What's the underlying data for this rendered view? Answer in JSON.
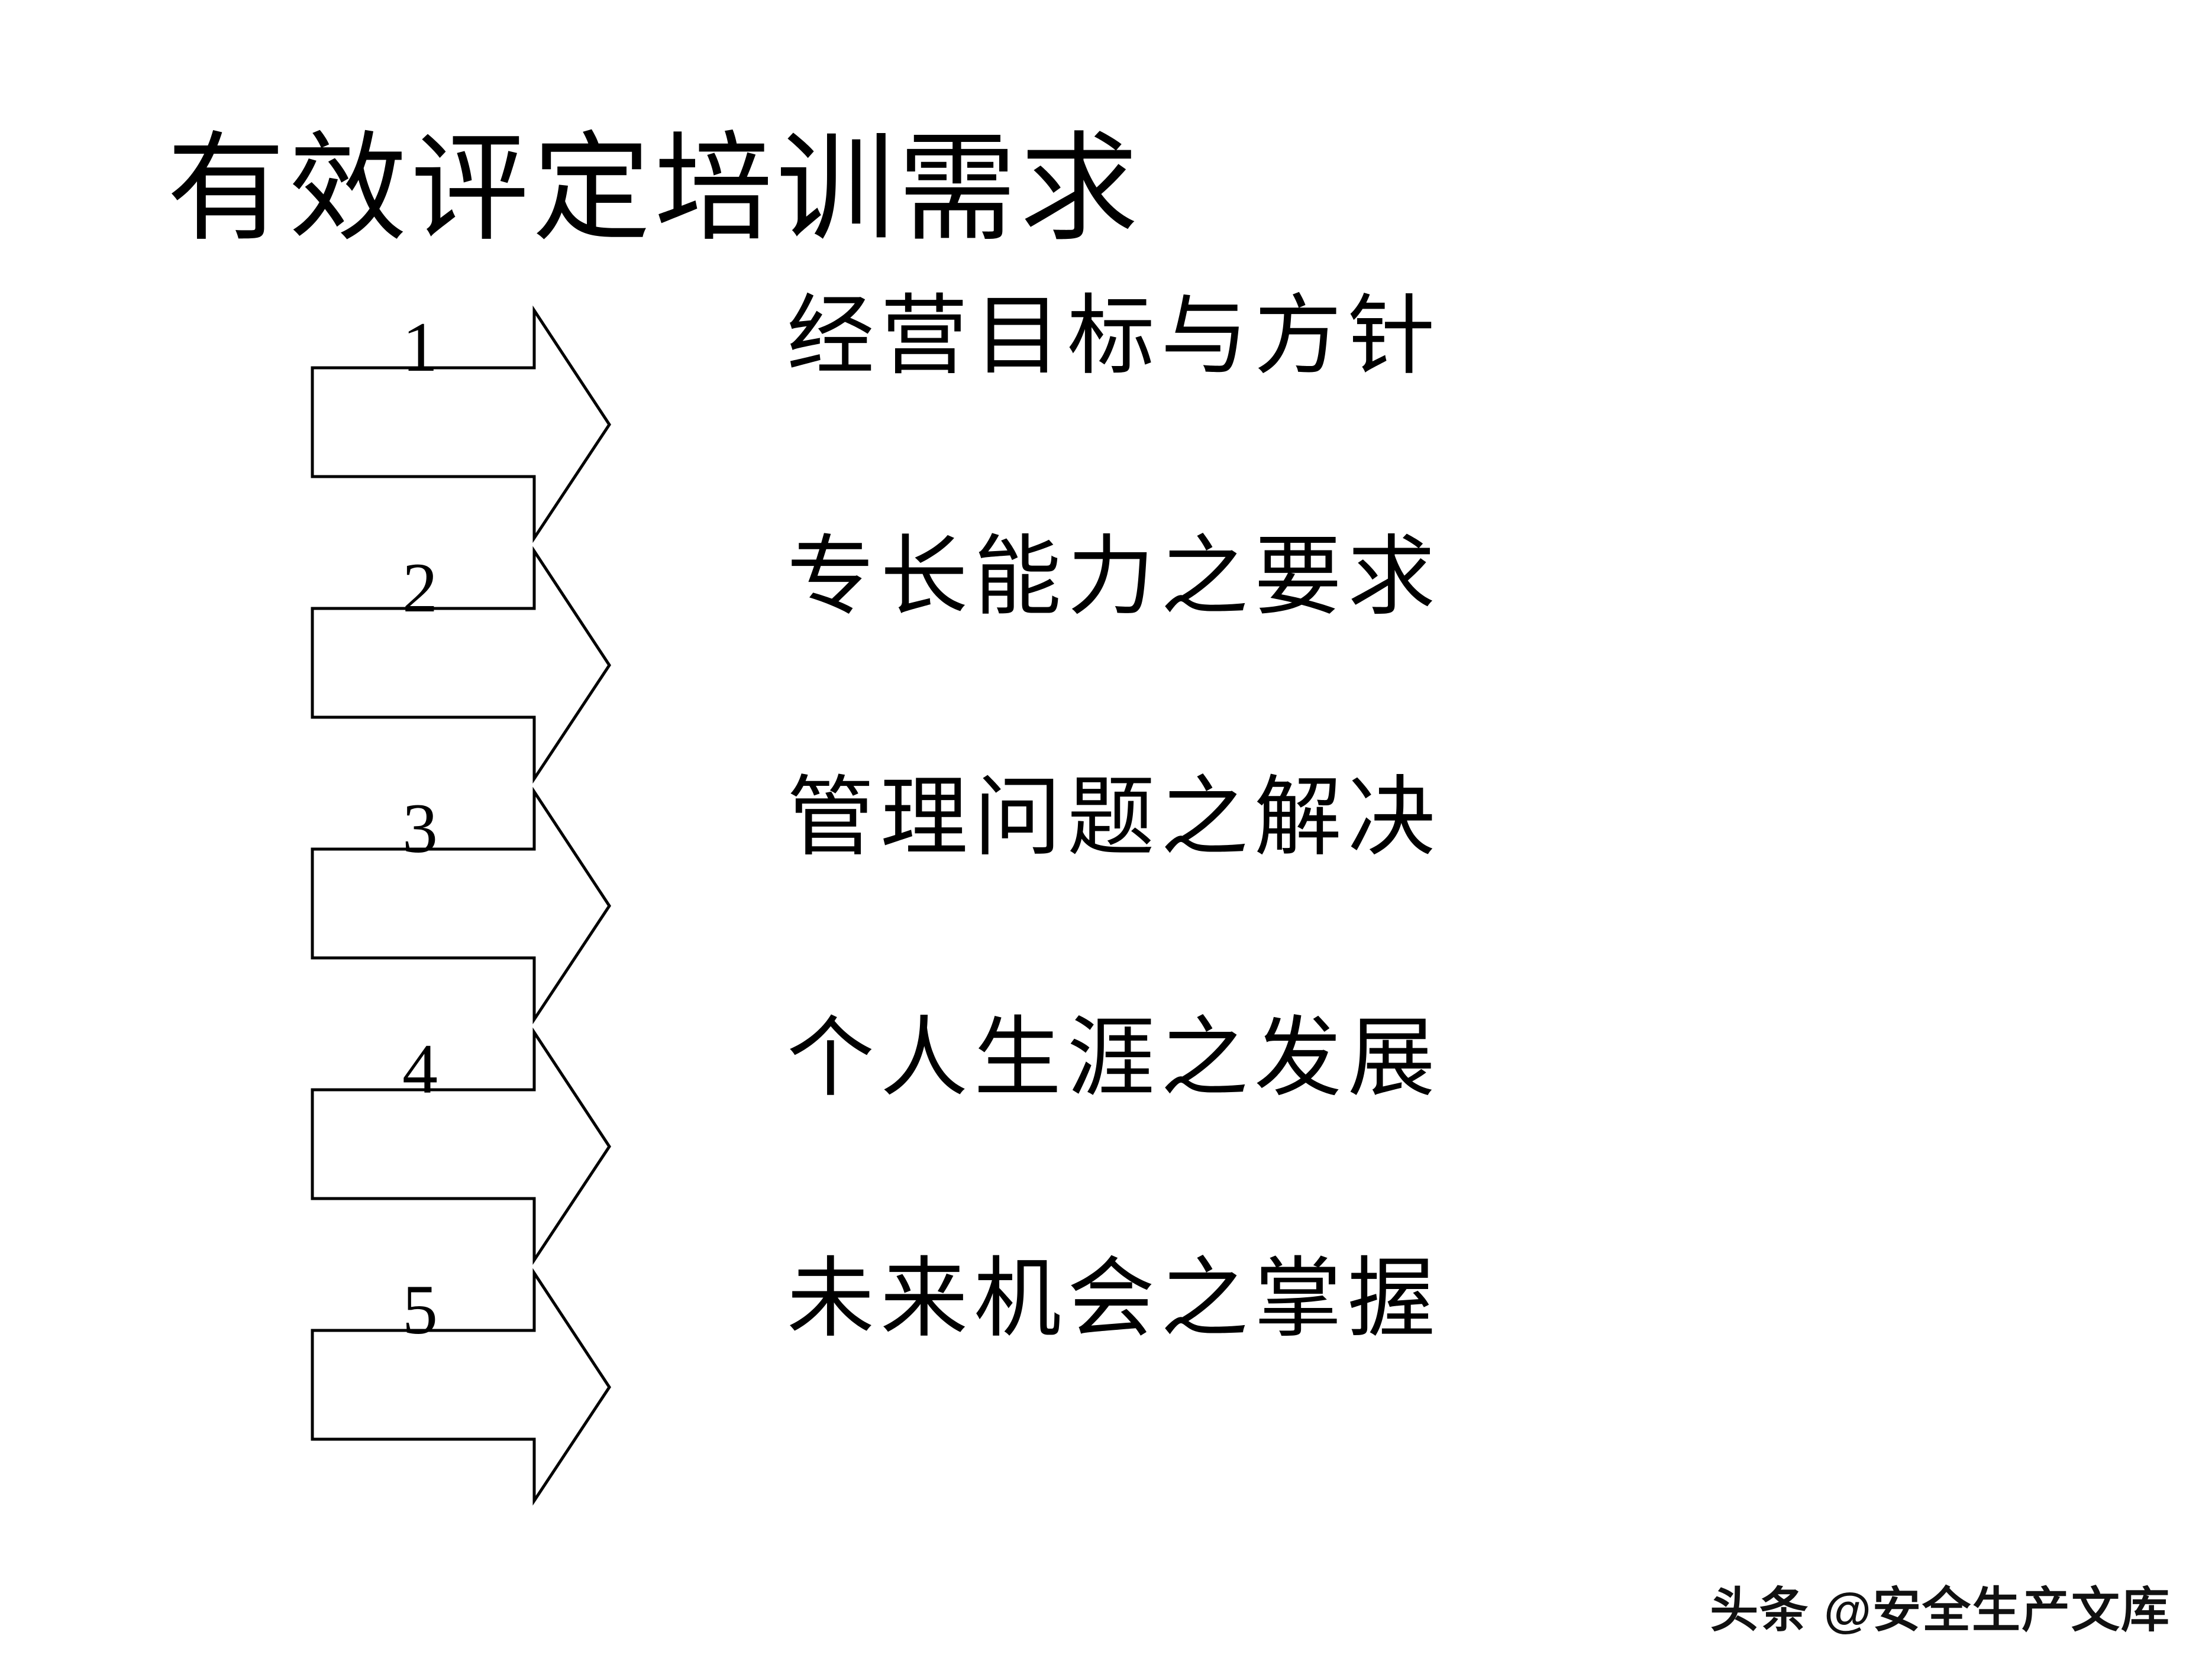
{
  "slide": {
    "title": "有效评定培训需求",
    "background_color": "#ffffff",
    "text_color": "#000000",
    "arrow_fill": "#ffffff",
    "arrow_stroke": "#000000"
  },
  "steps": [
    {
      "number": "1",
      "label": "经营目标与方针"
    },
    {
      "number": "2",
      "label": "专长能力之要求"
    },
    {
      "number": "3",
      "label": "管理问题之解决"
    },
    {
      "number": "4",
      "label": "个人生涯之发展"
    },
    {
      "number": "5",
      "label": "未来机会之掌握"
    }
  ],
  "watermark": {
    "text": "头条 @安全生产文库"
  }
}
